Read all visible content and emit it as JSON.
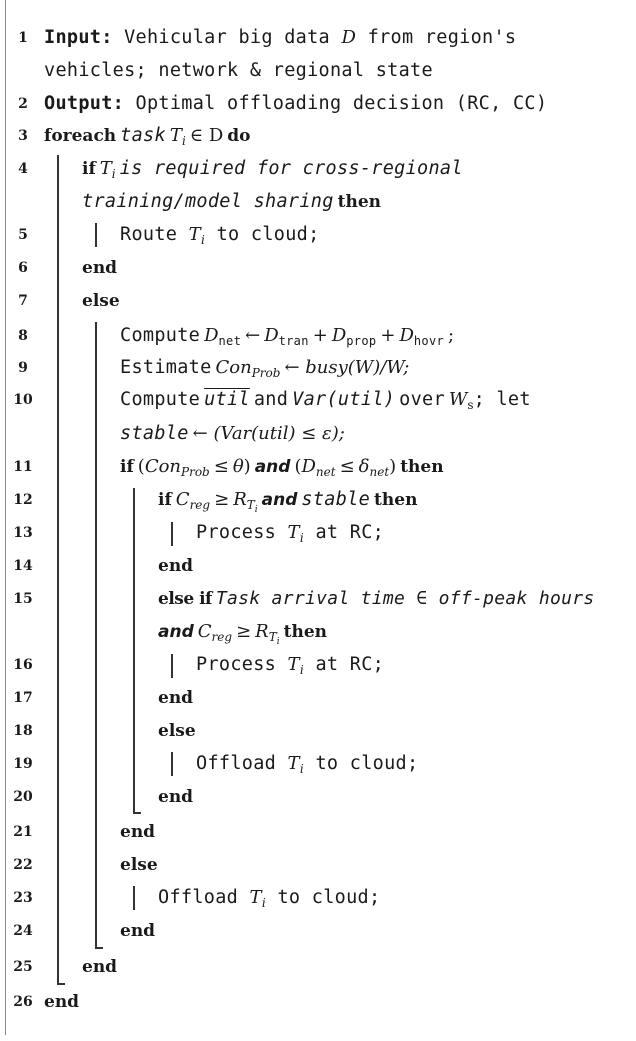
{
  "algorithm": {
    "line_numbers": [
      "1",
      "2",
      "3",
      "4",
      "5",
      "6",
      "7",
      "8",
      "9",
      "10",
      "11",
      "12",
      "13",
      "14",
      "15",
      "16",
      "17",
      "18",
      "19",
      "20",
      "21",
      "22",
      "23",
      "24",
      "25",
      "26"
    ],
    "keywords": {
      "input": "Input:",
      "output": "Output:",
      "foreach": "foreach",
      "do": "do",
      "if": "if",
      "then": "then",
      "end": "end",
      "else": "else",
      "else_if": "else if",
      "and": "and"
    },
    "text": {
      "input_a": "Vehicular big data",
      "input_var": "D",
      "input_b": "from region's",
      "input_cont": "vehicles; network & regional state",
      "output_text": "Optimal offloading decision (RC, CC)",
      "task": "task",
      "Ti": "T",
      "i": "i",
      "in_D": "∈ D",
      "cond4_b": "is required for cross-regional",
      "cond4_cont": "training/model sharing",
      "route": "Route",
      "to_cloud": "to cloud;",
      "compute": "Compute",
      "estimate": "Estimate",
      "l8_D": "D",
      "l8_net": "net",
      "l8_arrow": "←",
      "l8_tran": "tran",
      "l8_plus": "+",
      "l8_prop": "prop",
      "l8_hovr": "hovr",
      "l8_semi": ";",
      "con": "Con",
      "prob": "Prob",
      "l9_rhs": "← busy(W)/W;",
      "util": "util",
      "l10_and": "and",
      "l10_var": "Var(util)",
      "l10_over": "over",
      "W": "W",
      "s": "s",
      "l10_let": "; let",
      "stable": "stable",
      "l10_cont_rhs": "← (Var(util) ≤ ε);",
      "paren_open": "(",
      "paren_close": ")",
      "leq": "≤",
      "theta": "θ",
      "delta": "δ",
      "net": "net",
      "C": "C",
      "reg": "reg",
      "geq": "≥",
      "R": "R",
      "process": "Process",
      "at_rc": "at RC;",
      "arrival": "Task arrival time ∈ off-peak hours",
      "offload": "Offload"
    }
  }
}
